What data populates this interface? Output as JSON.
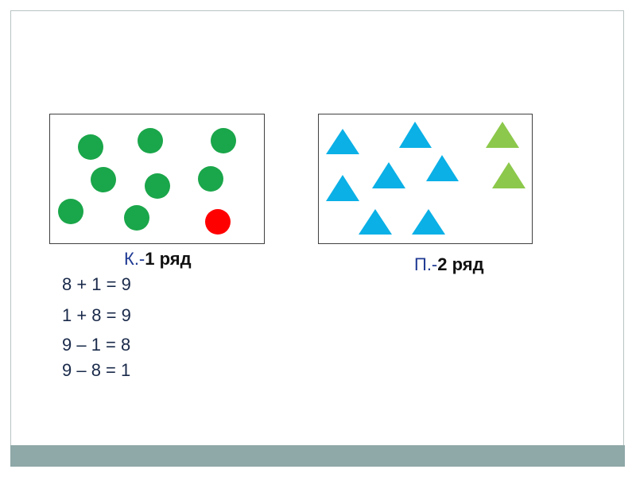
{
  "colors": {
    "circle_green": "#1aa64a",
    "circle_red": "#ff0000",
    "triangle_blue": "#0ab0e6",
    "triangle_green": "#8cc84b"
  },
  "left_panel": {
    "caption_prefix": "К.-",
    "caption_main": "1 ряд",
    "shapes": [
      {
        "type": "circle",
        "color": "green"
      },
      {
        "type": "circle",
        "color": "green"
      },
      {
        "type": "circle",
        "color": "green"
      },
      {
        "type": "circle",
        "color": "green"
      },
      {
        "type": "circle",
        "color": "green"
      },
      {
        "type": "circle",
        "color": "green"
      },
      {
        "type": "circle",
        "color": "green"
      },
      {
        "type": "circle",
        "color": "green"
      },
      {
        "type": "circle",
        "color": "red"
      }
    ]
  },
  "right_panel": {
    "caption_prefix": "П.-",
    "caption_main": "2 ряд",
    "shapes": [
      {
        "type": "triangle",
        "color": "blue"
      },
      {
        "type": "triangle",
        "color": "blue"
      },
      {
        "type": "triangle",
        "color": "blue"
      },
      {
        "type": "triangle",
        "color": "blue"
      },
      {
        "type": "triangle",
        "color": "blue"
      },
      {
        "type": "triangle",
        "color": "blue"
      },
      {
        "type": "triangle",
        "color": "blue"
      },
      {
        "type": "triangle",
        "color": "green"
      },
      {
        "type": "triangle",
        "color": "green"
      }
    ]
  },
  "equations": [
    "8 + 1 = 9",
    "1 + 8 = 9",
    "9 – 1 = 8",
    "9 – 8 = 1"
  ]
}
